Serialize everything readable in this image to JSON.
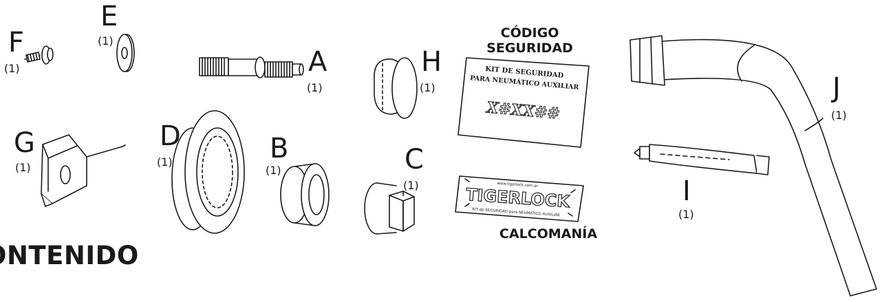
{
  "heading": "ONTENIDO",
  "parts": [
    {
      "letter": "A",
      "qty": "(1)"
    },
    {
      "letter": "B",
      "qty": "(1)"
    },
    {
      "letter": "C",
      "qty": "(1)"
    },
    {
      "letter": "D",
      "qty": "(1)"
    },
    {
      "letter": "E",
      "qty": "(1)"
    },
    {
      "letter": "F",
      "qty": "(1)"
    },
    {
      "letter": "G",
      "qty": "(1)"
    },
    {
      "letter": "H",
      "qty": "(1)"
    },
    {
      "letter": "I",
      "qty": "(1)"
    },
    {
      "letter": "J",
      "qty": "(1)"
    }
  ],
  "security_code": {
    "label_line1": "CÓDIGO",
    "label_line2": "SEGURIDAD",
    "card_line1": "KIT DE SEGURIDAD",
    "card_line2": "PARA NEUMÁTICO AUXILIAR",
    "code": "X#XX##"
  },
  "decal": {
    "label": "CALCOMANÍA",
    "brand": "TIGERLOCK",
    "url": "www.tigerlock.com.ar",
    "subtitle": "KIT de SEGURIDAD para NEUMÁTICO AUXILIAR"
  },
  "colors": {
    "stroke": "#1a1a1a",
    "fill": "#ffffff"
  }
}
